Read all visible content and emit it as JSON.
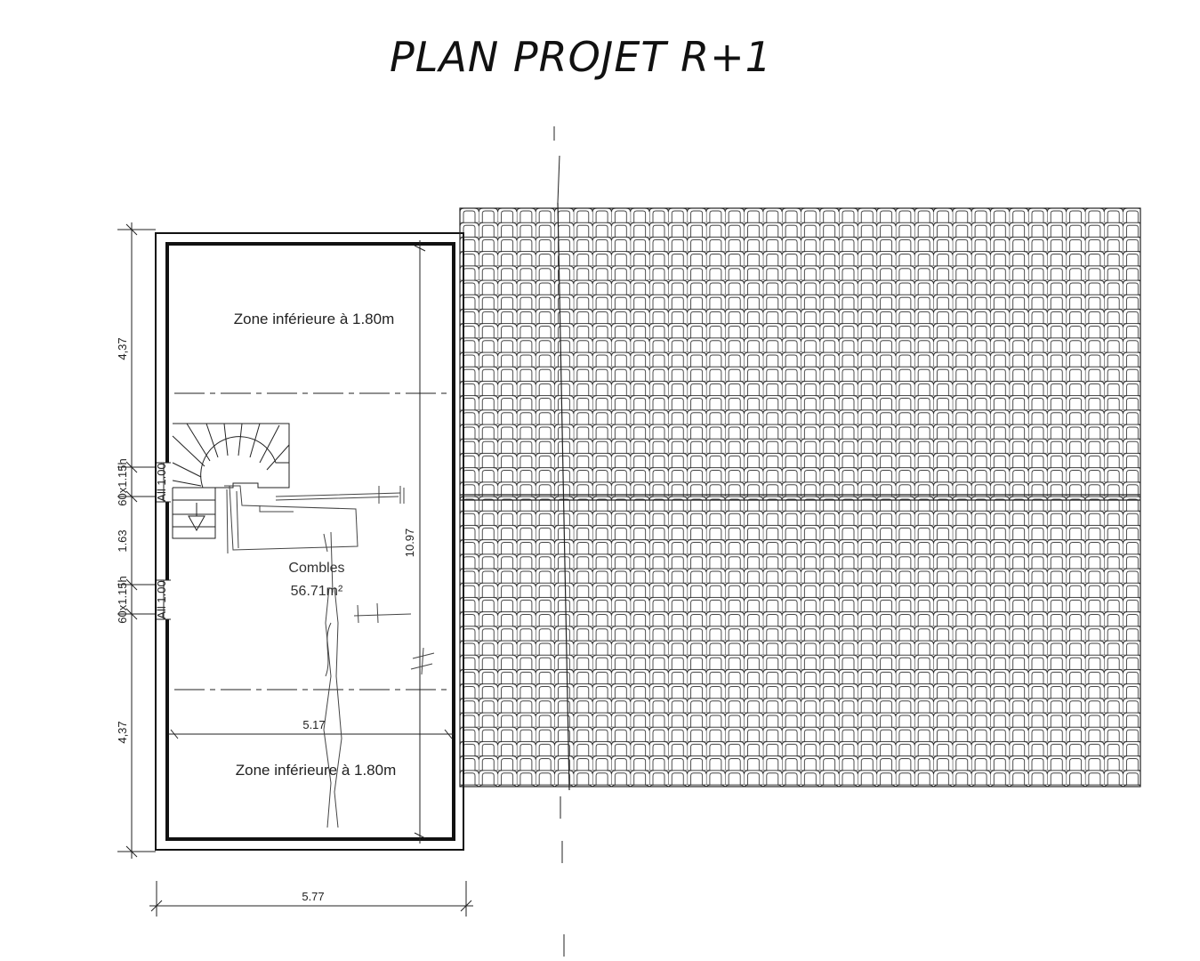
{
  "title": "PLAN PROJET R+1",
  "zones": {
    "top": "Zone inférieure à 1.80m",
    "bottom": "Zone inférieure à 1.80m"
  },
  "room": {
    "name": "Combles",
    "area": "56.71m²"
  },
  "dimensions": {
    "left_top": "4,37",
    "left_window1": "60x1.15h",
    "left_mid": "1.63",
    "left_window2": "60x1.15h",
    "left_bottom": "4,37",
    "inner_height": "10.97",
    "inner_width": "5.17",
    "outer_width": "5.77",
    "all1": "All 1.00",
    "all2": "All 1.00"
  }
}
